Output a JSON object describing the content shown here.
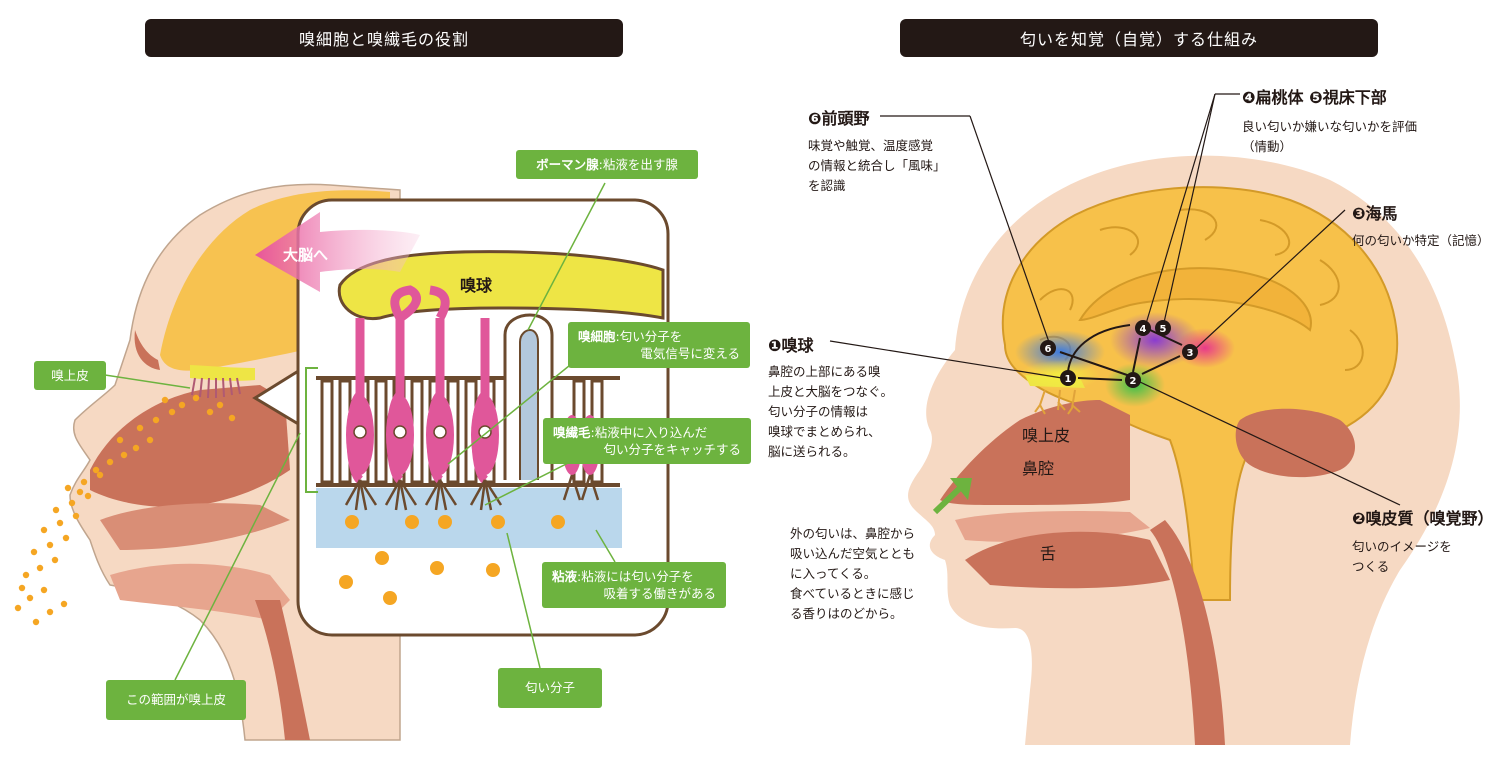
{
  "left_panel": {
    "title": "嗅細胞と嗅繊毛の役割",
    "labels": {
      "olfactory_epithelium": "嗅上皮",
      "bowman_gland_term": "ボーマン腺",
      "bowman_gland_desc": ":粘液を出す腺",
      "olfactory_cell_term": "嗅細胞",
      "olfactory_cell_desc": ":匂い分子を",
      "olfactory_cell_desc2": "電気信号に変える",
      "cilia_term": "嗅繊毛",
      "cilia_desc": ":粘液中に入り込んだ",
      "cilia_desc2": "匂い分子をキャッチする",
      "mucus_term": "粘液",
      "mucus_desc": ":粘液には匂い分子を",
      "mucus_desc2": "吸着する働きがある",
      "odor_molecule": "匂い分子",
      "range_note": "この範囲が嗅上皮",
      "olfactory_bulb": "嗅球",
      "to_brain": "大脳へ"
    }
  },
  "right_panel": {
    "title": "匂いを知覚（自覚）する仕組み",
    "items": [
      {
        "num": "❶",
        "head": "嗅球",
        "lines": [
          "鼻腔の上部にある嗅",
          "上皮と大脳をつなぐ。",
          "匂い分子の情報は",
          "嗅球でまとめられ、",
          "脳に送られる。"
        ]
      },
      {
        "num": "❷",
        "head": "嗅皮質（嗅覚野）",
        "lines": [
          "匂いのイメージを",
          "つくる"
        ]
      },
      {
        "num": "❸",
        "head": "海馬",
        "lines": [
          "何の匂いか特定（記憶）"
        ]
      },
      {
        "num": "❹",
        "head": "扁桃体",
        "num2": "❺",
        "head2": "視床下部",
        "lines": [
          "良い匂いか嫌いな匂いかを評価",
          "（情動）"
        ]
      },
      {
        "num": "❻",
        "head": "前頭野",
        "lines": [
          "味覚や触覚、温度感覚",
          "の情報と統合し「風味」",
          "を認識"
        ]
      }
    ],
    "outside_note": [
      "外の匂いは、鼻腔から",
      "吸い込んだ空気ととも",
      "に入ってくる。",
      "食べているときに感じ",
      "る香りはのどから。"
    ],
    "organs": {
      "epithelium": "嗅上皮",
      "nasal_cavity": "鼻腔",
      "tongue": "舌"
    },
    "node_numbers": [
      "1",
      "2",
      "3",
      "4",
      "5",
      "6"
    ]
  },
  "colors": {
    "title_bg": "#231815",
    "label_green": "#6db33f",
    "skin": "#f6d9c3",
    "brain": "#f7c14a",
    "nasal": "#c9725a",
    "bulb_yellow": "#eee545",
    "cell_pink": "#e0579a",
    "mucus_blue": "#bad7ec",
    "odor_orange": "#f5a623"
  }
}
